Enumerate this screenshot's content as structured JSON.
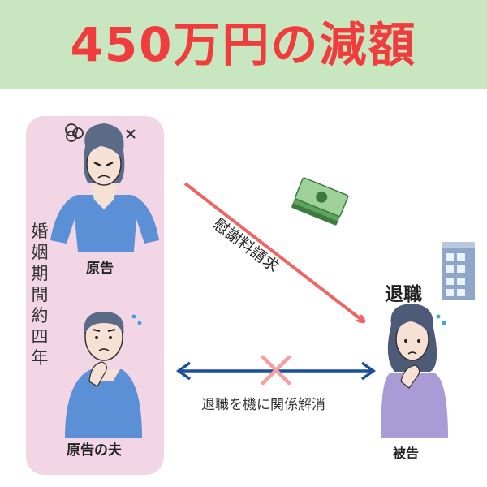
{
  "banner": {
    "title": "450万円の減額"
  },
  "panel": {
    "marriage_period": "婚姻期間約四年"
  },
  "people": {
    "plaintiff": "原告",
    "husband": "原告の夫",
    "defendant": "被告"
  },
  "claim": {
    "label": "慰謝料請求"
  },
  "termination": {
    "label": "退職を機に関係解消"
  },
  "defendant_event": {
    "label": "退職"
  },
  "colors": {
    "banner_bg": "#c8e6c0",
    "title_red": "#f03c3c",
    "panel_pink": "#f3d6e6",
    "arrow_red": "#f06464",
    "arrow_blue": "#1a4e9e",
    "cross_pink": "#f4a0a0"
  },
  "icons": [
    "angry-woman-illustration",
    "worried-man-illustration",
    "worried-woman-illustration",
    "money-stack-icon",
    "office-building-icon",
    "cross-mark-icon"
  ]
}
